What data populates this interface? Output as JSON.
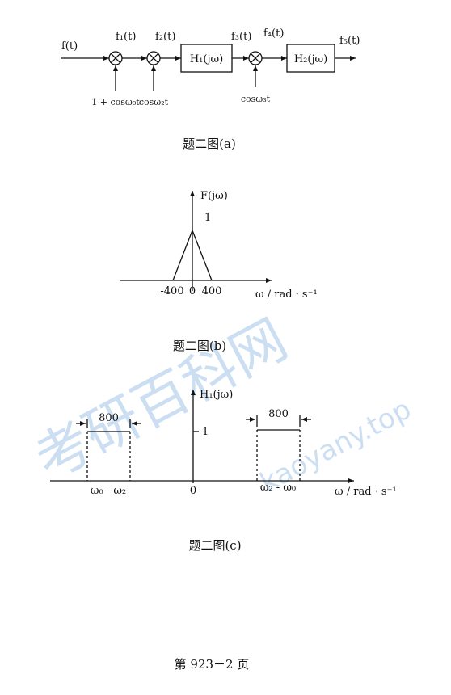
{
  "watermark": {
    "text_cn": "考研百科网",
    "url": "kaoyany.top"
  },
  "figure_a": {
    "caption": "题二图(a)",
    "input": "f(t)",
    "signals": [
      "f₁(t)",
      "f₂(t)",
      "f₃(t)",
      "f₄(t)",
      "f₅(t)"
    ],
    "block1": "H₁(jω)",
    "block2": "H₂(jω)",
    "mult1_input": "1 + cosω₀t",
    "mult2_input": "cosω₂t",
    "mult3_input": "cosω₃t"
  },
  "figure_b": {
    "caption": "题二图(b)",
    "y_label": "F(jω)",
    "peak_label": "1",
    "tick_neg": "-400",
    "tick_zero": "0",
    "tick_pos": "400",
    "x_label": "ω / rad · s⁻¹",
    "chart_data": {
      "type": "line",
      "x": [
        -400,
        0,
        400
      ],
      "y": [
        0,
        1,
        0
      ]
    }
  },
  "figure_c": {
    "caption": "题二图(c)",
    "y_label": "H₁(jω)",
    "level_label": "1",
    "zero_label": "0",
    "left_band_label": "800",
    "right_band_label": "800",
    "left_center_label": "ω₀ - ω₂",
    "right_center_label": "ω₂ - ω₀",
    "x_label": "ω / rad · s⁻¹"
  },
  "footer": {
    "page_label": "第 923－2 页"
  }
}
